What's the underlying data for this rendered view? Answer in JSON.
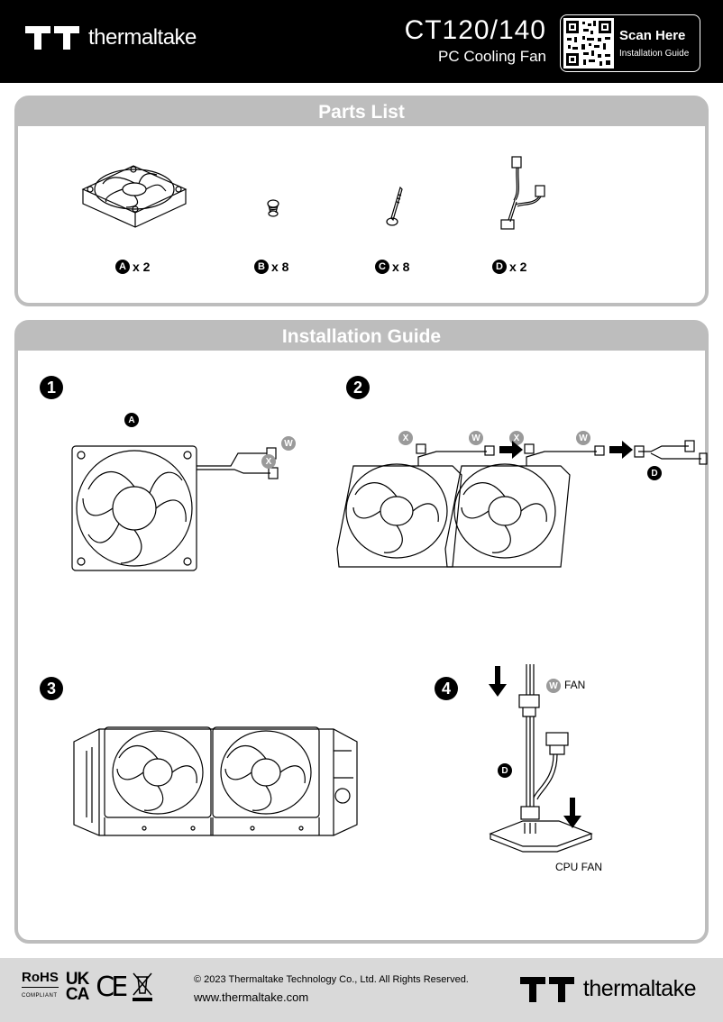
{
  "header": {
    "brand": "thermaltake",
    "model": "CT120/140",
    "subtitle": "PC Cooling Fan",
    "scan_title": "Scan Here",
    "scan_sub": "Installation Guide"
  },
  "parts_list": {
    "title": "Parts List",
    "items": [
      {
        "letter": "A",
        "qty": "x 2"
      },
      {
        "letter": "B",
        "qty": "x 8"
      },
      {
        "letter": "C",
        "qty": "x 8"
      },
      {
        "letter": "D",
        "qty": "x 2"
      }
    ]
  },
  "guide": {
    "title": "Installation Guide",
    "steps": [
      "1",
      "2",
      "3",
      "4"
    ],
    "step1": {
      "fan": "A",
      "tag_w": "W",
      "tag_x": "X"
    },
    "step2": {
      "tags": [
        "X",
        "W",
        "X",
        "W"
      ],
      "cable": "D"
    },
    "step4": {
      "tag_w": "W",
      "fan_label": "FAN",
      "cable": "D",
      "cpu_label": "CPU FAN"
    }
  },
  "footer": {
    "rohs": "RoHS",
    "compliant": "COMPLIANT",
    "uk": "UK",
    "ca": "CA",
    "ce": "CE",
    "copyright": "© 2023 Thermaltake Technology Co., Ltd. All Rights Reserved.",
    "url": "www.thermaltake.com",
    "brand": "thermaltake"
  }
}
